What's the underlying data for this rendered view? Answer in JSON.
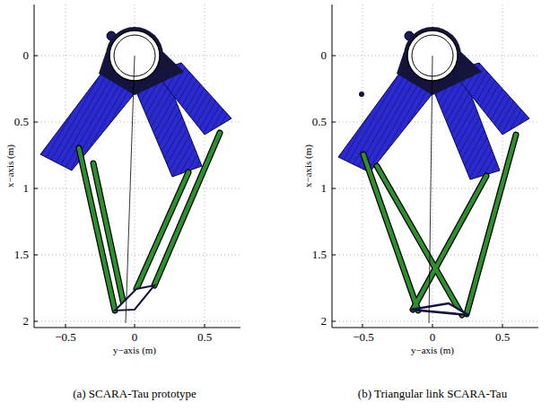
{
  "diagram": {
    "labels": [
      "0",
      "0.5",
      "1",
      "1.5",
      "2",
      "−0.5",
      "0",
      "0.5",
      "x−axis (m)",
      "y−axis (m)",
      "(a) SCARA-Tau prototype",
      "0",
      "0.5",
      "1",
      "1.5",
      "2",
      "−0.5",
      "0",
      "0.5",
      "x−axis (m)",
      "y−axis (m)",
      "(b) Triangular link SCARA-Tau"
    ]
  }
}
